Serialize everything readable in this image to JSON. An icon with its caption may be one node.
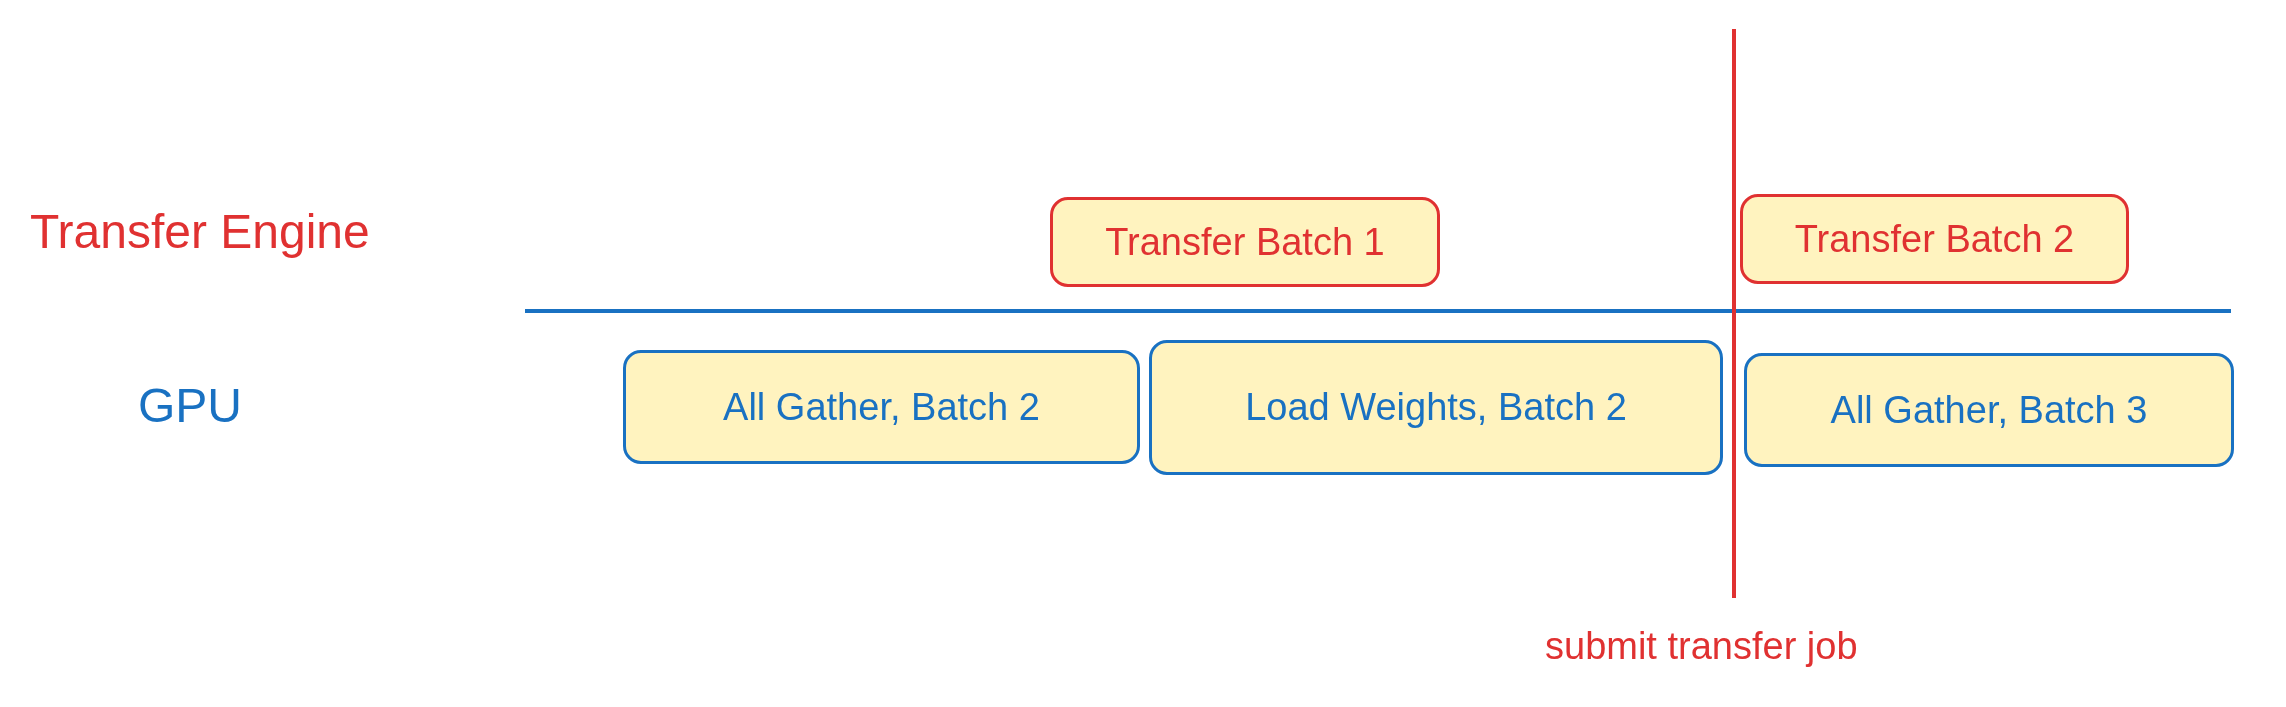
{
  "diagram": {
    "nodes": [
      {
        "text": [
          "Transfer Batch 1"
        ]
      },
      {
        "text": [
          "Transfer Batch 2"
        ]
      },
      {
        "text": [
          "All Gather, Batch 2"
        ]
      },
      {
        "text": [
          "Load Weights, Batch 2"
        ]
      },
      {
        "text": [
          "All Gather, Batch 3"
        ]
      }
    ],
    "labels": [
      "Transfer Engine",
      "GPU",
      "submit transfer job"
    ]
  }
}
